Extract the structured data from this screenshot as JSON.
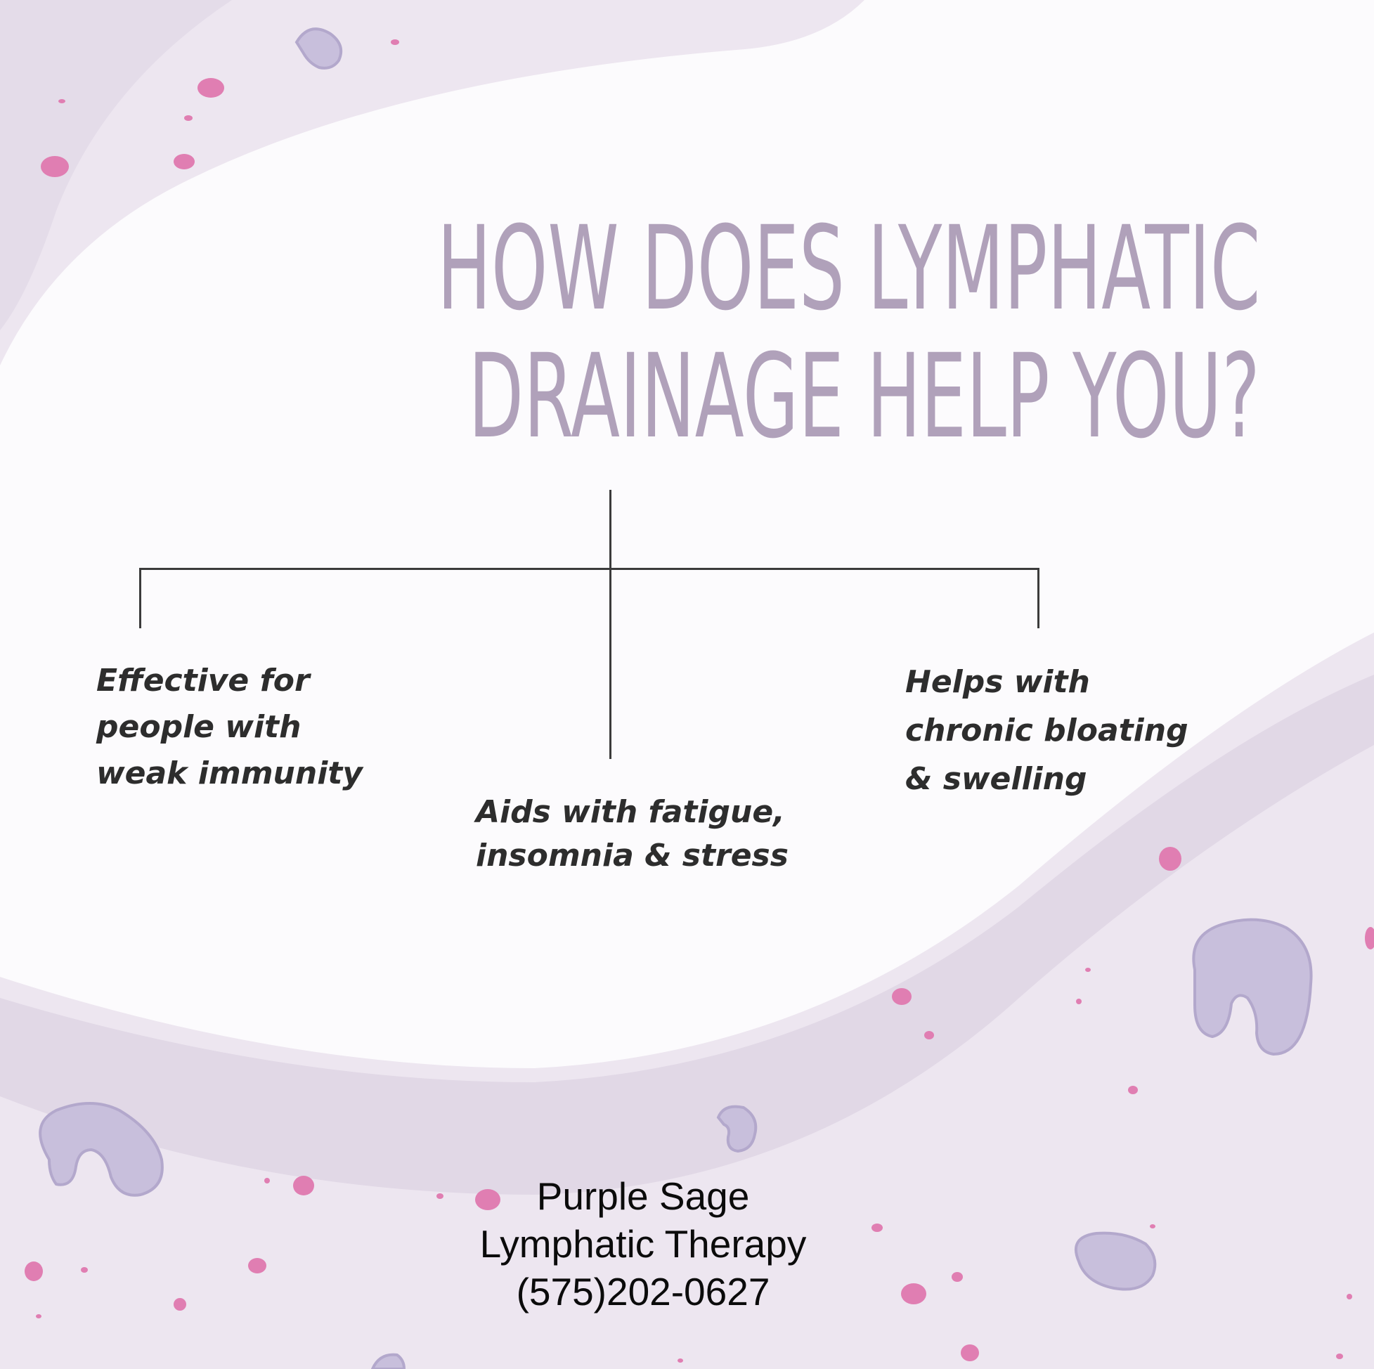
{
  "title": {
    "line1": "HOW DOES LYMPHATIC",
    "line2": "DRAINAGE HELP YOU?"
  },
  "benefits": [
    {
      "line1": "Effective for",
      "line2": "people with",
      "line3": "weak immunity"
    },
    {
      "line1": "Aids with fatigue,",
      "line2": "insomnia & stress"
    },
    {
      "line1": "Helps with",
      "line2": "chronic bloating",
      "line3": "& swelling"
    }
  ],
  "contact": {
    "business_name_line1": "Purple Sage",
    "business_name_line2": "Lymphatic Therapy",
    "phone": "(575)202-0627"
  },
  "colors": {
    "background": "#fcfbfd",
    "lavender_wave": "#ede6f0",
    "lavender_band": "#e1d8e6",
    "title": "#b0a1ba",
    "dots": "#e07eb2",
    "blobs": "#c8bfdc",
    "connector_lines": "#3b3b3b"
  }
}
